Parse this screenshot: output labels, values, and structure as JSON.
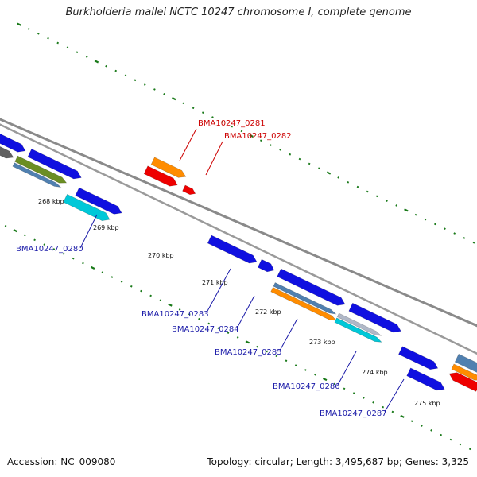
{
  "title": "Burkholderia mallei NCTC 10247 chromosome I, complete genome",
  "footer": {
    "accession": "Accession: NC_009080",
    "summary": "Topology: circular; Length: 3,495,687 bp; Genes: 3,325"
  },
  "colors": {
    "backbone": "#8a8a8a",
    "tick_major": "#1a7a1a",
    "tick_minor": "#1a7a1a",
    "label_blue": "#1a1aa8",
    "label_red": "#cc0000",
    "blue": "#1010e0",
    "red": "#ee0000",
    "orange": "#ff8c00",
    "cyan": "#00c8d8",
    "steel": "#5080b0",
    "olive": "#6b8e23",
    "silver": "#b0b8c8",
    "gray": "#606060"
  },
  "scale_labels": [
    "268 kbp",
    "269 kbp",
    "270 kbp",
    "271 kbp",
    "272 kbp",
    "273 kbp",
    "274 kbp",
    "275 kbp"
  ],
  "gene_labels": [
    {
      "text": "BMA10247_0280",
      "color": "blue"
    },
    {
      "text": "BMA10247_0281",
      "color": "red"
    },
    {
      "text": "BMA10247_0282",
      "color": "red"
    },
    {
      "text": "BMA10247_0283",
      "color": "blue"
    },
    {
      "text": "BMA10247_0284",
      "color": "blue"
    },
    {
      "text": "BMA10247_0285",
      "color": "blue"
    },
    {
      "text": "BMA10247_0286",
      "color": "blue"
    },
    {
      "text": "BMA10247_0287",
      "color": "blue"
    }
  ]
}
